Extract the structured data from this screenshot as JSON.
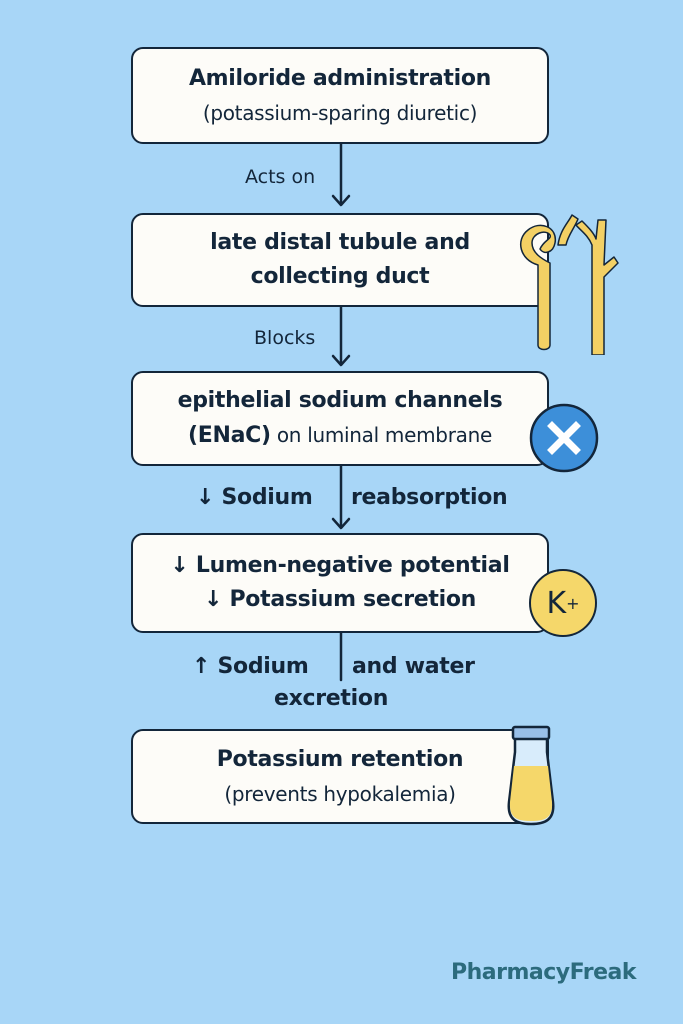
{
  "boxes": [
    {
      "line1": "Amiloride administration",
      "line2": "(potassium-sparing diuretic)"
    },
    {
      "line1": "late distal tubule and",
      "line2": "collecting duct"
    },
    {
      "line1": "epithelial sodium channels",
      "line2a": "(ENaC)",
      "line2b": " on luminal membrane"
    },
    {
      "line1": "↓ Lumen-negative potential",
      "line2": "↓ Potassium secretion"
    },
    {
      "line1": "Potassium retention",
      "line2": "(prevents hypokalemia)"
    }
  ],
  "arrows": [
    {
      "label": "Acts on"
    },
    {
      "label": "Blocks"
    },
    {
      "label_left": "↓ Sodium",
      "label_right": "reabsorption"
    },
    {
      "label_left": "↑ Sodium",
      "label_right": "and water",
      "label_bottom": "excretion"
    }
  ],
  "icons": {
    "potassium_label": "K+",
    "potassium_symbol": "K",
    "potassium_sup": "+"
  },
  "watermark": "PharmacyFreak",
  "colors": {
    "background": "#a8d6f7",
    "ink": "#13263a",
    "yellow": "#f5d76a",
    "blue": "#3d8fd9"
  }
}
